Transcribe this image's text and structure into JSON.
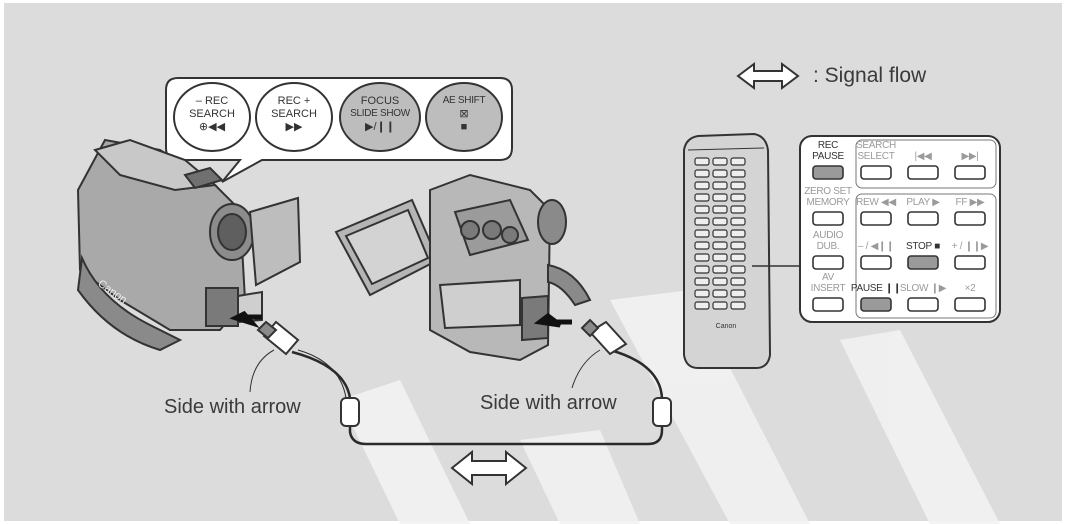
{
  "legend": {
    "text": ": Signal flow"
  },
  "callout_buttons": [
    {
      "line1": "– REC",
      "line2": "SEARCH",
      "symbol": "⊕◀◀"
    },
    {
      "line1": "REC +",
      "line2": "SEARCH",
      "symbol": "▶▶"
    },
    {
      "line1": "FOCUS",
      "line2": "SLIDE SHOW",
      "symbol": "▶/❙❙"
    },
    {
      "line1": "AE SHIFT",
      "line2": "⊠",
      "symbol": "■"
    }
  ],
  "labels": {
    "side_left": "Side with arrow",
    "side_right": "Side with arrow"
  },
  "camera_brand": "Canon",
  "remote_panel": {
    "rows": [
      [
        "REC\nPAUSE",
        "SEARCH\nSELECT",
        "|◀◀",
        "▶▶|"
      ],
      [
        "ZERO SET\nMEMORY",
        "REW ◀◀",
        "PLAY ▶",
        "FF ▶▶"
      ],
      [
        "AUDIO\nDUB.",
        "– / ◀❙❙",
        "STOP ■",
        "+ / ❙❙▶"
      ],
      [
        "AV\nINSERT",
        "PAUSE ❙❙",
        "SLOW ❙▶",
        "×2"
      ]
    ]
  },
  "colors": {
    "background": "#dcdcdc",
    "highlight_button": "#9a9a9a",
    "watermark": "#f2f2f2",
    "line": "#2a2a2a"
  }
}
